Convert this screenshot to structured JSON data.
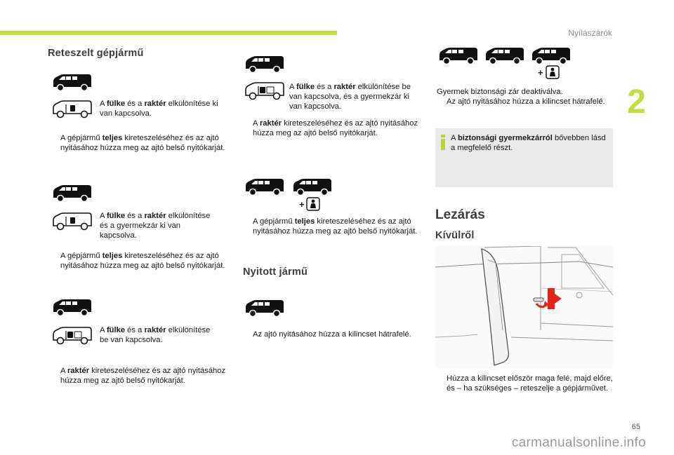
{
  "header": {
    "section_name": "Nyílászárók",
    "chapter_number": "2"
  },
  "col1": {
    "title": "Reteszelt gépjármű",
    "block1_desc_b1": "fülke",
    "block1_desc_b2": "raktér",
    "block1_desc_pre": "A ",
    "block1_desc_mid": " és a ",
    "block1_desc_post": " elkülönítése ki van kapcsolva.",
    "block1_bullet_pre": "A gépjármű ",
    "block1_bullet_b": "teljes",
    "block1_bullet_post": " kireteszeléséhez és az ajtó nyitásához húzza meg az ajtó belső nyitókarját.",
    "block2_desc_b1": "fülke",
    "block2_desc_b2": "raktér",
    "block2_desc_pre": "A ",
    "block2_desc_mid": " és a ",
    "block2_desc_post": " elkülönítése és a gyermekzár ki van kapcsolva.",
    "block2_bullet_pre": "A gépjármű ",
    "block2_bullet_b": "teljes",
    "block2_bullet_post": " kireteszeléséhez és az ajtó nyitásához húzza meg az ajtó belső nyitókarját.",
    "block3_desc_b1": "fülke",
    "block3_desc_b2": "raktér",
    "block3_desc_pre": "A ",
    "block3_desc_mid": " és a ",
    "block3_desc_post": " elkülönítése be van kapcsolva.",
    "block3_bullet_pre": "A ",
    "block3_bullet_b": "raktér",
    "block3_bullet_post": " kireteszeléséhez és az ajtó nyitásához húzza meg az ajtó belső nyitókarját."
  },
  "col2": {
    "block1_desc_pre": "A ",
    "block1_desc_b1": "fülke",
    "block1_desc_mid": " és a ",
    "block1_desc_b2": "raktér",
    "block1_desc_post": " elkülönítése be van kapcsolva, és a gyermekzár ki van kapcsolva.",
    "block1_bullet_pre": "A ",
    "block1_bullet_b": "raktér",
    "block1_bullet_post": " kireteszeléséhez és az ajtó nyitásához húzza meg az ajtó belső nyitókarját.",
    "block2_bullet_pre": "A gépjármű ",
    "block2_bullet_b": "teljes",
    "block2_bullet_post": " kireteszeléséhez és az ajtó nyitásához húzza meg az ajtó belső nyitókarját.",
    "open_title": "Nyitott jármű",
    "open_bullet": "Az ajtó nyitásához húzza a kilincset hátrafelé."
  },
  "col3": {
    "child_lock_text": "Gyermek biztonsági zár deaktiválva.",
    "child_lock_bullet": "Az ajtó nyitásához húzza a kilincset hátrafelé.",
    "info_pre": "A ",
    "info_b": "biztonsági gyermekzárról",
    "info_post": " bővebben lásd a megfelelő részt.",
    "lock_title": "Lezárás",
    "outside_title": "Kívülről",
    "final_bullet": "Húzza a kilincset először maga felé, majd előre, és – ha szükséges – reteszelje a gépjárművet."
  },
  "bullet_marker": "",
  "plus_sign": "+",
  "footer": {
    "page_number": "65",
    "watermark": "carmanualsonline.info"
  },
  "colors": {
    "accent": "#c3dd3a",
    "info_box": "#e9e9e9",
    "info_icon": "#b7d43a",
    "red": "#e2231a"
  }
}
